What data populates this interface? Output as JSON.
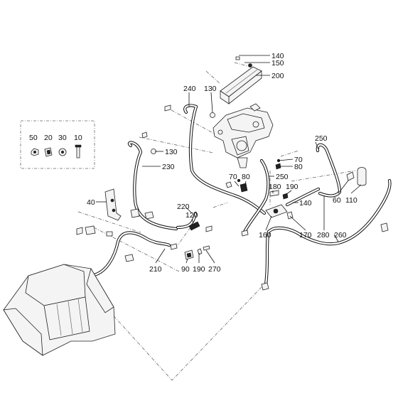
{
  "labels": {
    "l140a": "140",
    "l150": "150",
    "l200": "200",
    "l240": "240",
    "l130a": "130",
    "l250a": "250",
    "l50": "50",
    "l20": "20",
    "l30": "30",
    "l10": "10",
    "l130b": "130",
    "l230": "230",
    "l70a": "70",
    "l80a": "80",
    "l70b": "70",
    "l80b": "80",
    "l250b": "250",
    "l60": "60",
    "l110": "110",
    "l40": "40",
    "l180": "180",
    "l190a": "190",
    "l140b": "140",
    "l220": "220",
    "l120": "120",
    "l160": "160",
    "l170": "170",
    "l280": "280",
    "l260": "260",
    "l210": "210",
    "l90": "90",
    "l190b": "190",
    "l270": "270"
  }
}
